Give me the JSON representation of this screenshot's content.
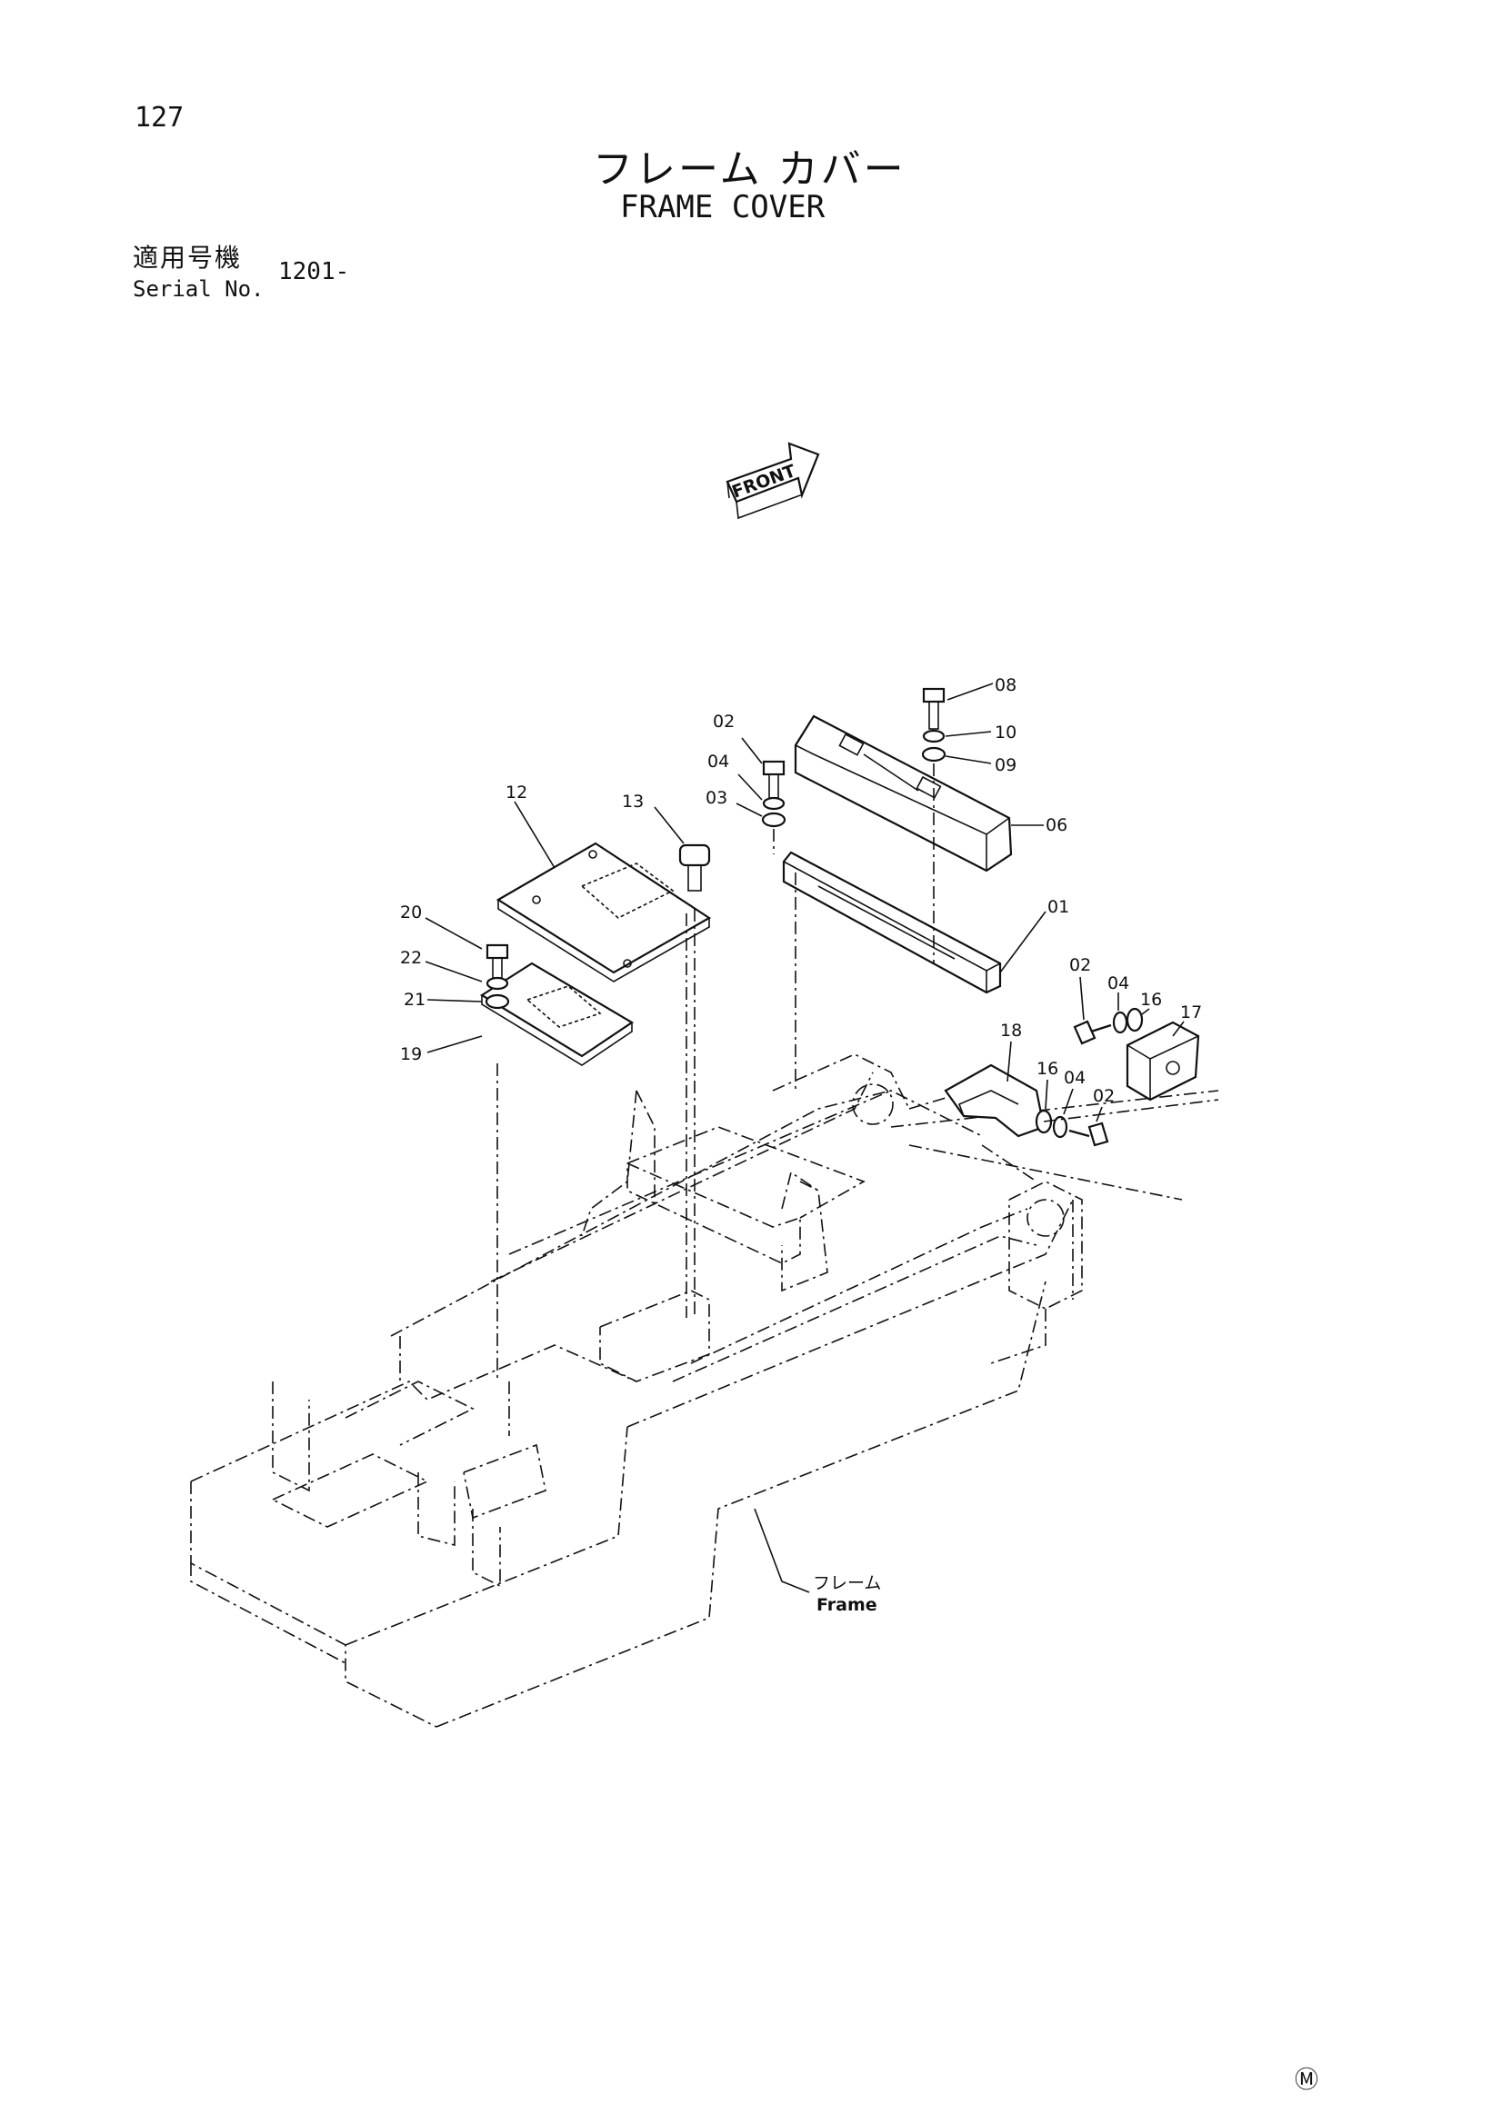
{
  "page_number": "127",
  "title_jp": "フレーム カバー",
  "title_en": "FRAME COVER",
  "serial": {
    "label_jp": "適用号機",
    "label_en": "Serial No.",
    "value": "1201-"
  },
  "front_label": "FRONT",
  "frame_label_jp": "フレーム",
  "frame_label_en": "Frame",
  "mark": "Ⓜ",
  "parts": {
    "p08": "08",
    "p10": "10",
    "p09": "09",
    "p06": "06",
    "p02a": "02",
    "p04a": "04",
    "p03": "03",
    "p01": "01",
    "p12": "12",
    "p13": "13",
    "p20": "20",
    "p22": "22",
    "p21": "21",
    "p19": "19",
    "p02b": "02",
    "p04b": "04",
    "p16a": "16",
    "p17": "17",
    "p18": "18",
    "p16b": "16",
    "p04c": "04",
    "p02c": "02"
  }
}
